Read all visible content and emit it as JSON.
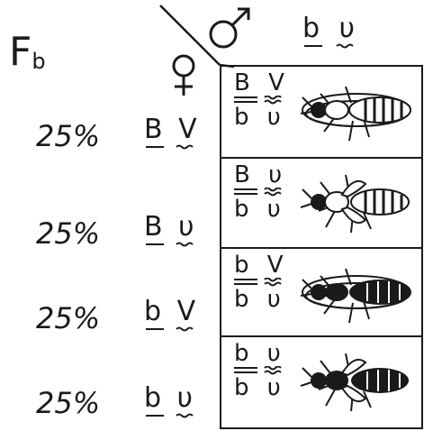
{
  "header": {
    "generation_label": "F",
    "generation_sub": "b",
    "male_symbol": "♂",
    "female_symbol": "♀",
    "male_gametes": "b  υ"
  },
  "rows": [
    {
      "percent": "25%",
      "gamete": "B V",
      "genotype_top": "B V",
      "genotype_bottom": "b υ",
      "fly": "grey-body-normal-wings"
    },
    {
      "percent": "25%",
      "gamete": "B υ",
      "genotype_top": "B υ",
      "genotype_bottom": "b υ",
      "fly": "grey-body-vestigial-wings"
    },
    {
      "percent": "25%",
      "gamete": "b V",
      "genotype_top": "b V",
      "genotype_bottom": "b υ",
      "fly": "black-body-normal-wings"
    },
    {
      "percent": "25%",
      "gamete": "b υ",
      "genotype_top": "b υ",
      "genotype_bottom": "b υ",
      "fly": "black-body-vestigial-wings"
    }
  ],
  "colors": {
    "ink": "#1a1a1a",
    "paper": "#ffffff"
  }
}
